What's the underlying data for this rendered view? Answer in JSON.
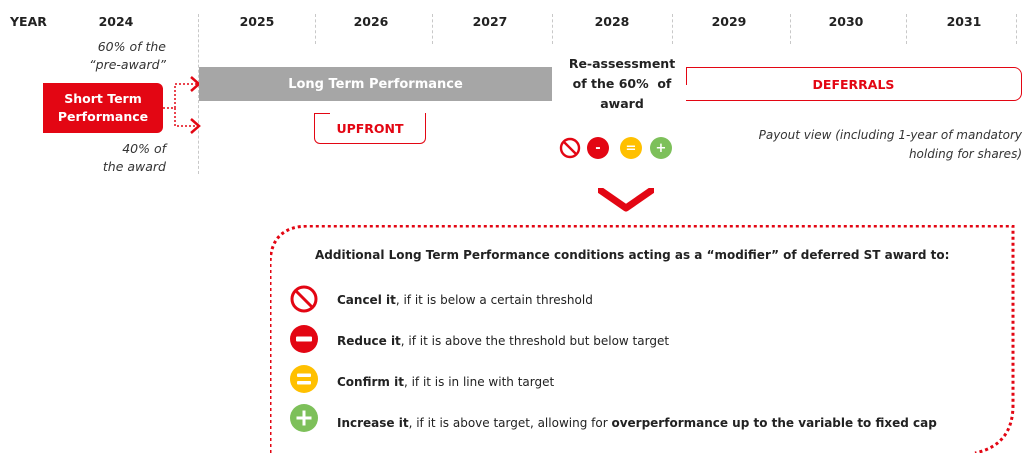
{
  "timeline": {
    "year_label": "YEAR",
    "years": [
      "2024",
      "2025",
      "2026",
      "2027",
      "2028",
      "2029",
      "2030",
      "2031"
    ]
  },
  "left_notes": {
    "top_line1": "60% of the",
    "top_line2": "“pre-award”",
    "bottom_line1": "40% of",
    "bottom_line2": "the award"
  },
  "short_term": {
    "line1": "Short Term",
    "line2": "Performance"
  },
  "long_term_bar": "Long Term Performance",
  "upfront": "UPFRONT",
  "reassessment": {
    "line1": "Re-assessment",
    "line2": "of the 60%  of",
    "line3": "award"
  },
  "deferrals": "DEFERRALS",
  "symbols": {
    "reduce": "-",
    "confirm": "=",
    "increase": "+"
  },
  "payout_note": {
    "line1": "Payout view (including 1-year of mandatory",
    "line2": "holding for shares)"
  },
  "conditions": {
    "title": "Additional Long Term Performance conditions acting as a “modifier” of deferred ST award to:",
    "items": [
      {
        "bold": "Cancel it",
        "text": ", if it is below a certain threshold",
        "icon": "cancel-icon",
        "color": "#e30613"
      },
      {
        "bold": "Reduce it",
        "text": ", if it is above the threshold but below target",
        "icon": "minus-icon",
        "color": "#e30613"
      },
      {
        "bold": "Confirm it",
        "text": ", if it is in line with target",
        "icon": "equal-icon",
        "color": "#ffc000"
      },
      {
        "bold": "Increase it",
        "text": ", if it is above target, allowing for ",
        "bold2": "overperformance up to the variable to fixed cap",
        "icon": "plus-icon",
        "color": "#7dc05a"
      }
    ]
  },
  "colors": {
    "red": "#e30613",
    "grey": "#a6a6a6",
    "yellow": "#ffc000",
    "green": "#7dc05a"
  }
}
